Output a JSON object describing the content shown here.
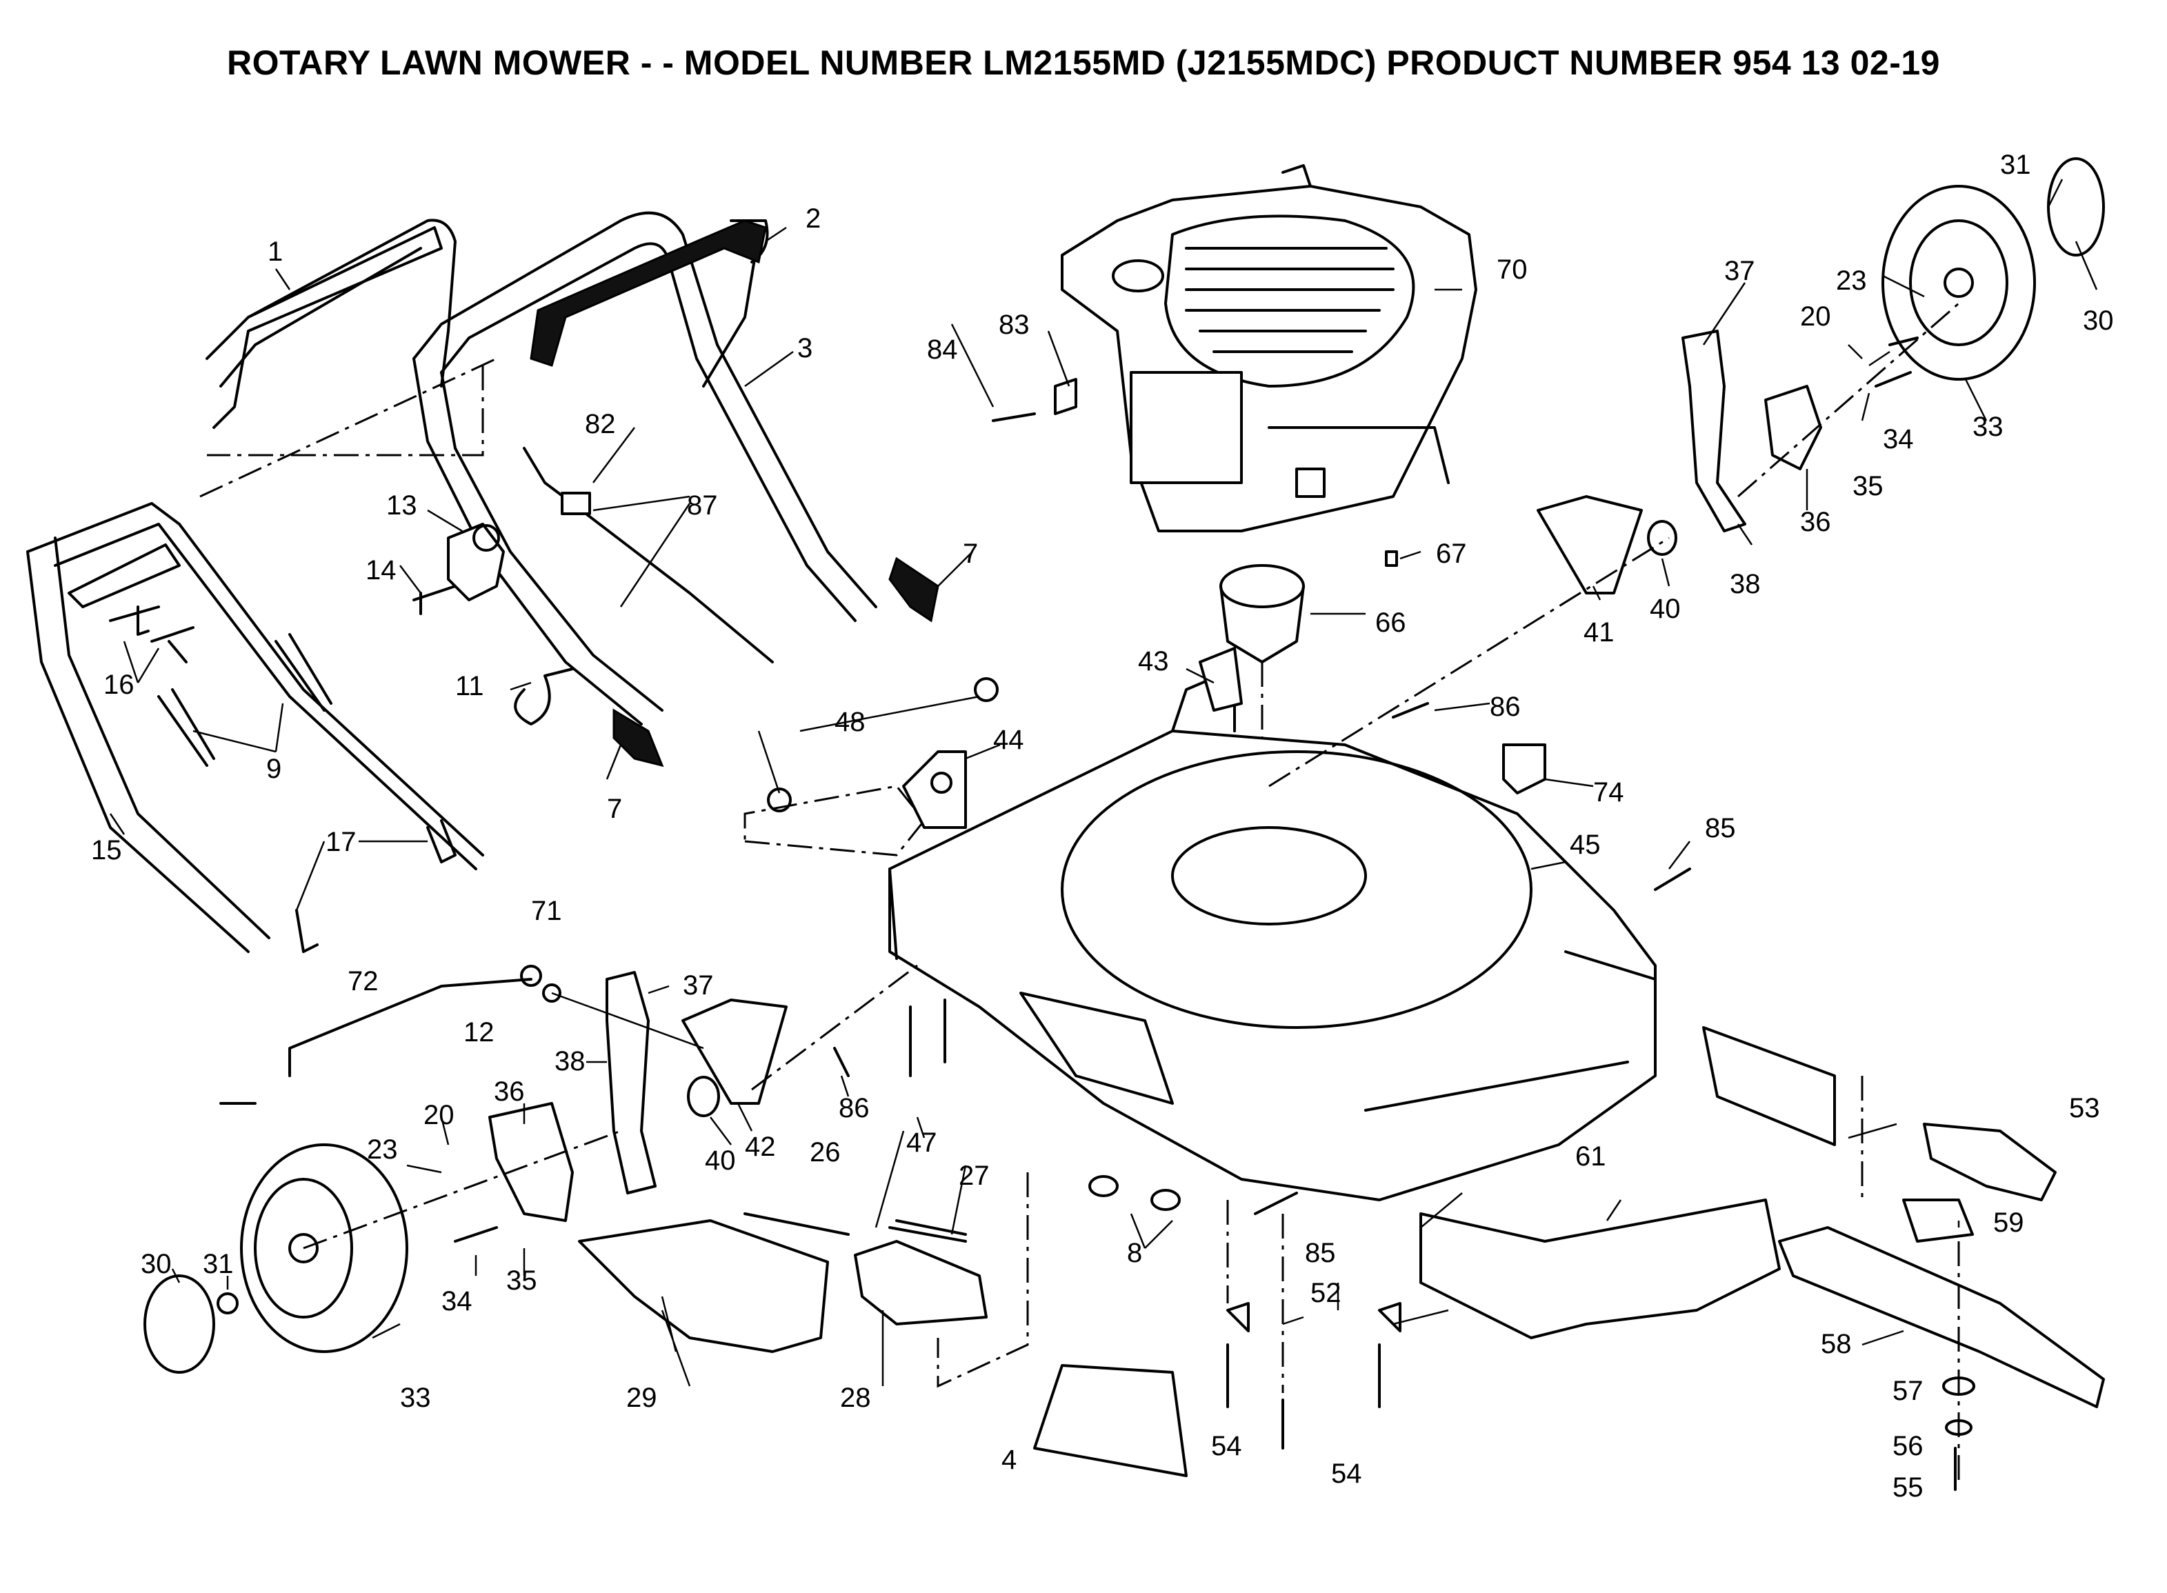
{
  "title": "ROTARY LAWN MOWER - - MODEL NUMBER LM2155MD (J2155MDC)  PRODUCT NUMBER  954 13 02-19",
  "callouts": [
    "1",
    "2",
    "3",
    "4",
    "7",
    "7",
    "8",
    "9",
    "11",
    "12",
    "13",
    "14",
    "15",
    "16",
    "17",
    "20",
    "20",
    "23",
    "23",
    "26",
    "27",
    "28",
    "29",
    "30",
    "30",
    "31",
    "31",
    "33",
    "33",
    "34",
    "34",
    "35",
    "35",
    "36",
    "36",
    "37",
    "37",
    "38",
    "38",
    "40",
    "40",
    "41",
    "42",
    "43",
    "44",
    "45",
    "47",
    "48",
    "52",
    "53",
    "54",
    "54",
    "55",
    "56",
    "57",
    "58",
    "59",
    "61",
    "66",
    "67",
    "70",
    "71",
    "72",
    "74",
    "82",
    "83",
    "84",
    "85",
    "85",
    "86",
    "86",
    "87"
  ]
}
